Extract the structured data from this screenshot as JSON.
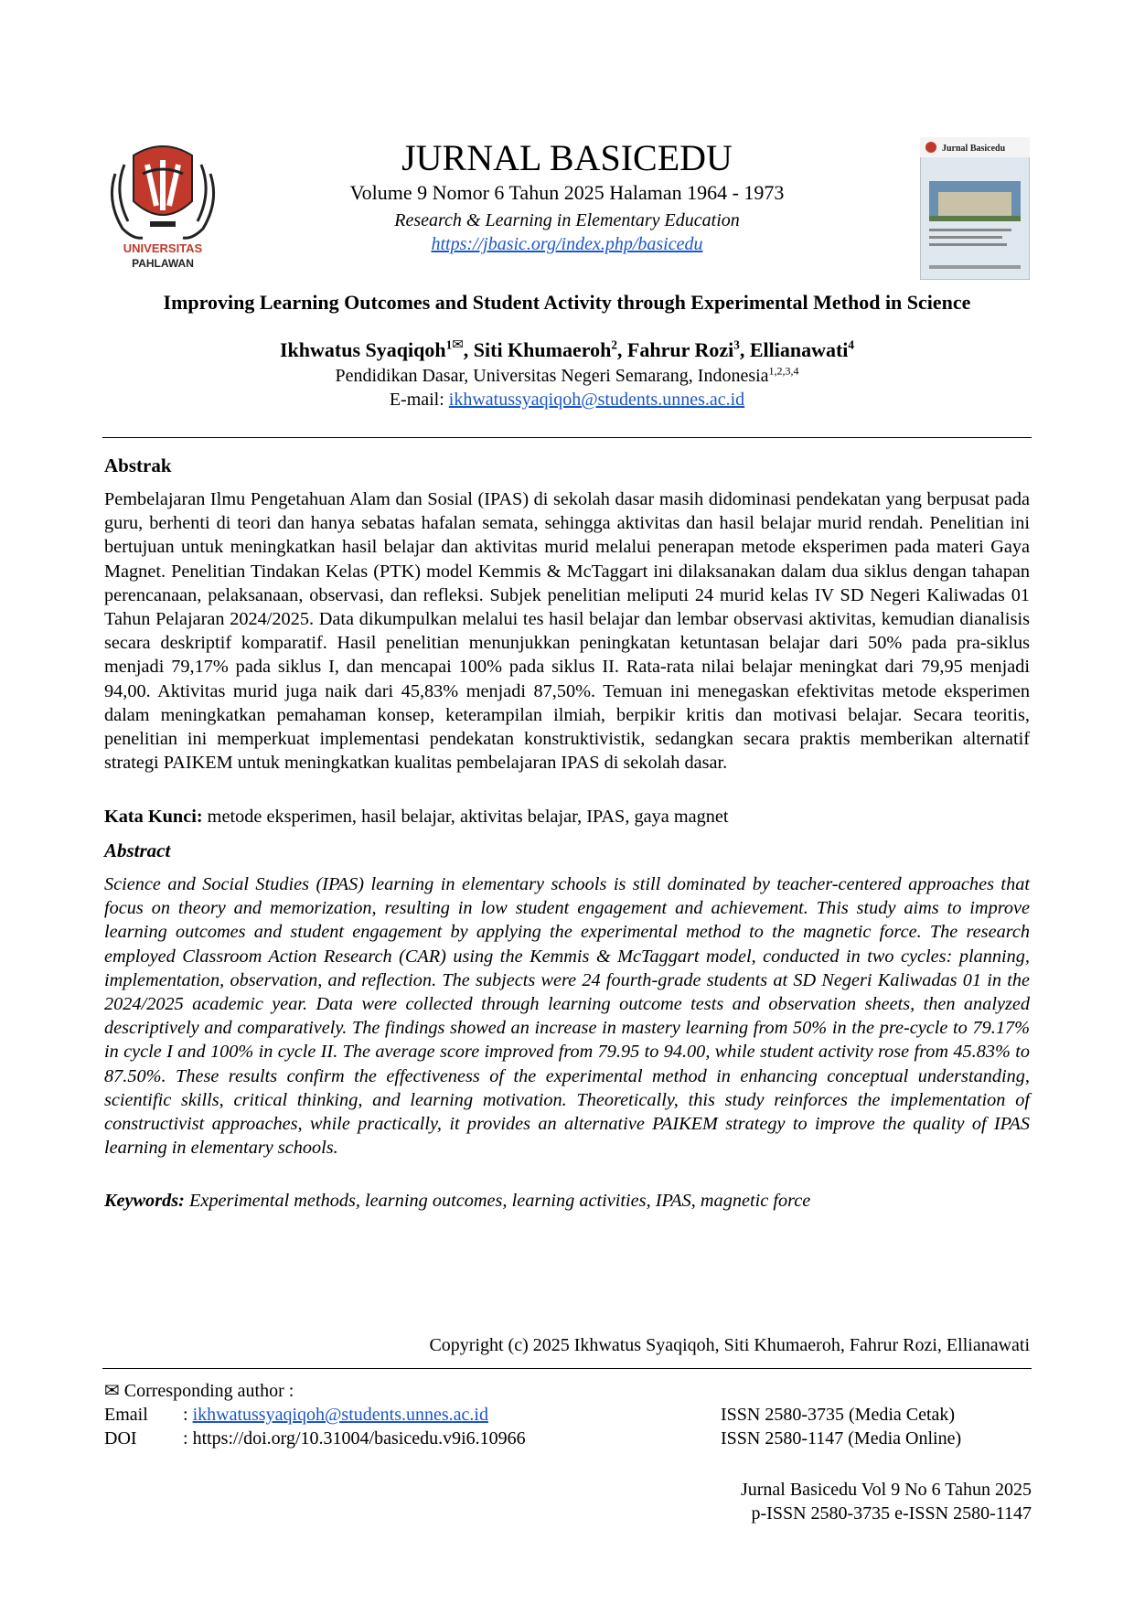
{
  "header": {
    "journal_title": "JURNAL BASICEDU",
    "volume_line": "Volume 9 Nomor 6 Tahun 2025 Halaman 1964 - 1973",
    "tagline": "Research & Learning in Elementary Education",
    "url": "https://jbasic.org/index.php/basicedu",
    "logo": {
      "text_line1": "UNIVERSITAS",
      "text_line2": "PAHLAWAN"
    },
    "cover": {
      "title": "Jurnal Basicedu"
    }
  },
  "article": {
    "title": "Improving Learning Outcomes and Student Activity through Experimental Method in Science",
    "authors": [
      {
        "name": "Ikhwatus Syaqiqoh",
        "sup": "1"
      },
      {
        "name": "Siti Khumaeroh",
        "sup": "2"
      },
      {
        "name": "Fahrur Rozi",
        "sup": "3"
      },
      {
        "name": "Ellianawati",
        "sup": "4"
      }
    ],
    "affiliation": "Pendidikan Dasar, Universitas Negeri Semarang, Indonesia",
    "affiliation_sup": "1,2,3,4",
    "email_label": "E-mail: ",
    "email": "ikhwatussyaqiqoh@students.unnes.ac.id"
  },
  "abstrak": {
    "heading": "Abstrak",
    "body": "Pembelajaran Ilmu Pengetahuan Alam dan Sosial (IPAS) di sekolah dasar masih didominasi pendekatan yang berpusat pada guru, berhenti di teori dan hanya sebatas hafalan semata, sehingga aktivitas dan hasil belajar murid rendah. Penelitian ini bertujuan untuk meningkatkan hasil belajar dan aktivitas murid melalui penerapan metode eksperimen pada materi Gaya Magnet. Penelitian Tindakan Kelas (PTK) model Kemmis & McTaggart ini dilaksanakan dalam dua siklus dengan tahapan perencanaan, pelaksanaan, observasi, dan refleksi. Subjek penelitian meliputi 24 murid kelas IV SD Negeri Kaliwadas 01 Tahun Pelajaran 2024/2025. Data dikumpulkan melalui tes hasil belajar dan lembar observasi aktivitas, kemudian dianalisis secara deskriptif komparatif. Hasil penelitian menunjukkan peningkatan ketuntasan belajar dari 50% pada pra-siklus menjadi 79,17% pada siklus I, dan mencapai 100% pada siklus II. Rata-rata nilai belajar meningkat dari 79,95 menjadi 94,00. Aktivitas murid juga naik dari 45,83% menjadi 87,50%. Temuan ini menegaskan efektivitas metode eksperimen dalam meningkatkan pemahaman konsep, keterampilan ilmiah, berpikir kritis dan motivasi belajar. Secara teoritis, penelitian ini memperkuat implementasi pendekatan konstruktivistik, sedangkan secara praktis memberikan alternatif strategi PAIKEM untuk meningkatkan kualitas pembelajaran IPAS di sekolah dasar.",
    "keywords_label": "Kata Kunci:",
    "keywords": " metode eksperimen, hasil belajar, aktivitas belajar, IPAS, gaya magnet"
  },
  "abstract": {
    "heading": "Abstract",
    "body": "Science and Social Studies (IPAS) learning in elementary schools is still dominated by teacher-centered approaches that focus on theory and memorization, resulting in low student engagement and achievement. This study aims to improve learning outcomes and student engagement by applying the experimental method to the magnetic force. The research employed Classroom Action Research (CAR) using the Kemmis & McTaggart model, conducted in two cycles: planning, implementation, observation, and reflection. The subjects were 24 fourth-grade students at SD Negeri Kaliwadas 01 in the 2024/2025 academic year. Data were collected through learning outcome tests and observation sheets, then analyzed descriptively and comparatively. The findings showed an increase in mastery learning from 50% in the pre-cycle to 79.17% in cycle I and 100% in cycle II. The average score improved from 79.95 to 94.00, while student activity rose from 45.83% to 87.50%. These results confirm the effectiveness of the experimental method in enhancing conceptual understanding, scientific skills, critical thinking, and learning motivation. Theoretically, this study reinforces the implementation of constructivist approaches, while practically, it provides an alternative PAIKEM strategy to improve the quality of IPAS learning in elementary schools.",
    "keywords_label": "Keywords:",
    "keywords": " Experimental methods, learning outcomes, learning activities, IPAS, magnetic force"
  },
  "copyright": "Copyright (c) 2025 Ikhwatus Syaqiqoh, Siti Khumaeroh, Fahrur Rozi, Ellianawati",
  "corresponding": {
    "label": " Corresponding author :",
    "email_label": "Email",
    "email_value": "ikhwatussyaqiqoh@students.unnes.ac.id",
    "doi_label": "DOI",
    "doi_value": "https://doi.org/10.31004/basicedu.v9i6.10966",
    "separator": ": ",
    "issn_print": "ISSN 2580-3735 (Media Cetak)",
    "issn_online": "ISSN 2580-1147 (Media Online)"
  },
  "footer": {
    "line1": "Jurnal Basicedu Vol 9 No 6 Tahun 2025",
    "line2": "p-ISSN 2580-3735 e-ISSN 2580-1147"
  }
}
